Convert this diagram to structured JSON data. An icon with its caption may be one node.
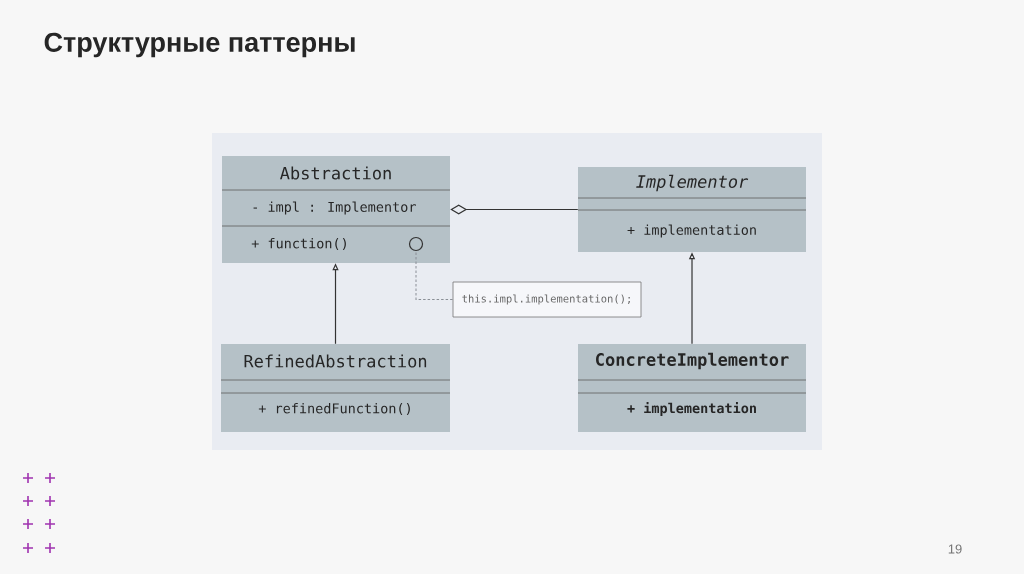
{
  "diagram": {
    "title": "Структурные паттерны",
    "nodes": [
      {
        "text": [
          "Abstraction",
          "- impl : Implementor",
          "+ function()"
        ]
      },
      {
        "text": [
          "Implementor",
          "+ implementation"
        ]
      },
      {
        "text": [
          "this.impl.implementation();"
        ]
      },
      {
        "text": [
          "RefinedAbstraction",
          "+ refinedFunction()"
        ]
      },
      {
        "text": [
          "ConcreteImplementor",
          "+ implementation"
        ]
      },
      {
        "text": [],
        "shape": "circle",
        "in": 0
      }
    ],
    "edges": [
      {
        "from": 1,
        "to": 0,
        "arrow": "other"
      },
      {
        "from": 2,
        "to": 5,
        "arrow": "none",
        "style": "dashed",
        "color": "#8a8f96"
      },
      {
        "from": 3,
        "to": 0,
        "arrow": "to"
      },
      {
        "from": 4,
        "to": 1,
        "arrow": "to"
      }
    ],
    "labels": [
      "19"
    ]
  }
}
